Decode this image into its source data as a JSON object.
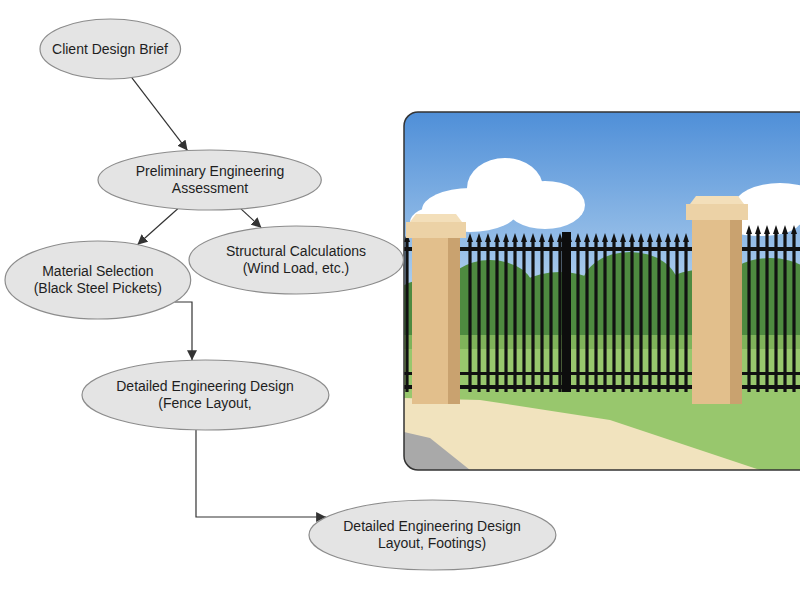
{
  "diagram": {
    "nodes": [
      {
        "text": [
          "Client Design Brief"
        ]
      },
      {
        "text": [
          "Preliminary Engineering Assessment"
        ]
      },
      {
        "text": [
          "Material Selection (Black Steel Pickets)"
        ]
      },
      {
        "text": [
          "Structural Calculations (Wind Load, etc.)"
        ]
      },
      {
        "text": [
          "Detailed Engineering Design (Fence Layout,"
        ]
      },
      {
        "text": [
          "Detailed Engineering Design Layout, Footings)"
        ]
      }
    ],
    "edges": [
      {
        "from": 0,
        "to": 1,
        "arrow": "to"
      },
      {
        "from": 1,
        "to": 2,
        "arrow": "to"
      },
      {
        "from": 1,
        "to": 3,
        "arrow": "to"
      },
      {
        "from": 2,
        "to": 4,
        "arrow": "to"
      },
      {
        "from": 4,
        "to": 5,
        "arrow": "to"
      }
    ]
  }
}
